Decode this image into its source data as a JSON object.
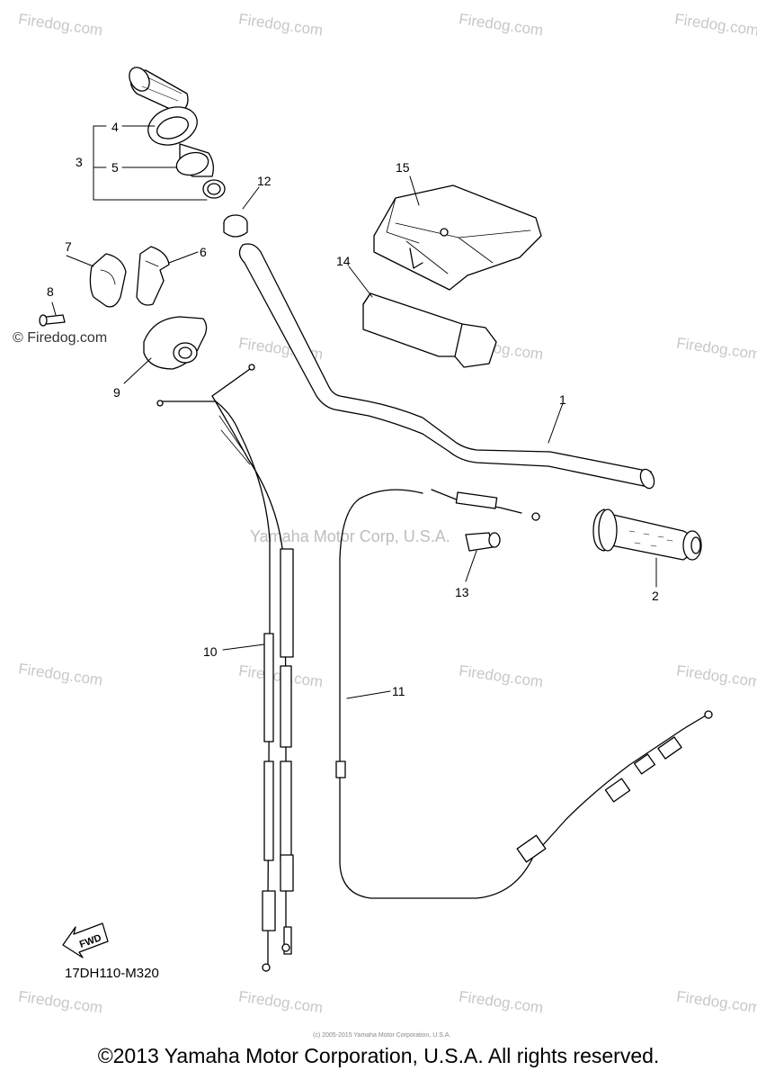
{
  "watermarks": {
    "site": "Firedog.com",
    "center": "Yamaha Motor Corp, U.S.A.",
    "left_label": "© Firedog.com"
  },
  "callouts": {
    "n1": "1",
    "n2": "2",
    "n3": "3",
    "n4": "4",
    "n5": "5",
    "n6": "6",
    "n7": "7",
    "n8": "8",
    "n9": "9",
    "n10": "10",
    "n11": "11",
    "n12": "12",
    "n13": "13",
    "n14": "14",
    "n15": "15"
  },
  "diagram_code": "17DH110-M320",
  "fwd_label": "FWD",
  "small_print": "(c) 2005-2015 Yamaha Motor Corporation, U.S.A.",
  "copyright": "©2013 Yamaha Motor Corporation, U.S.A. All rights reserved.",
  "colors": {
    "line": "#000000",
    "watermark": "#c8c8c8"
  }
}
